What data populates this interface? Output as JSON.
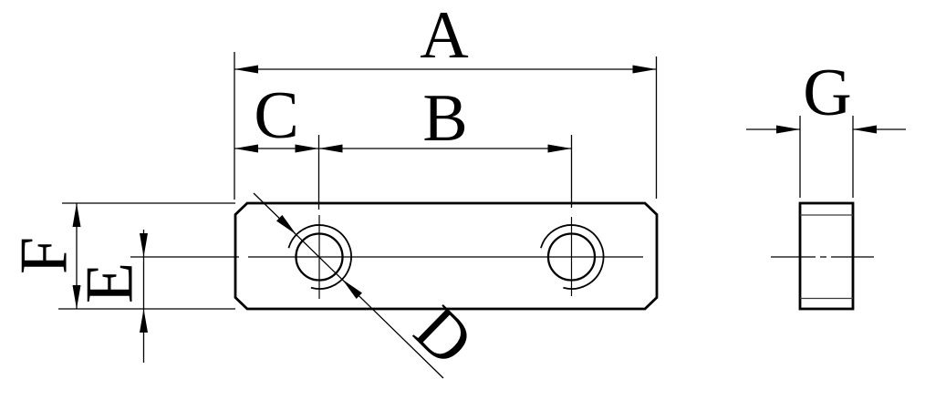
{
  "drawing": {
    "labels": {
      "A": "A",
      "B": "B",
      "C": "C",
      "D": "D",
      "E": "E",
      "F": "F",
      "G": "G"
    },
    "colors": {
      "background": "#ffffff",
      "line": "#000000"
    }
  }
}
